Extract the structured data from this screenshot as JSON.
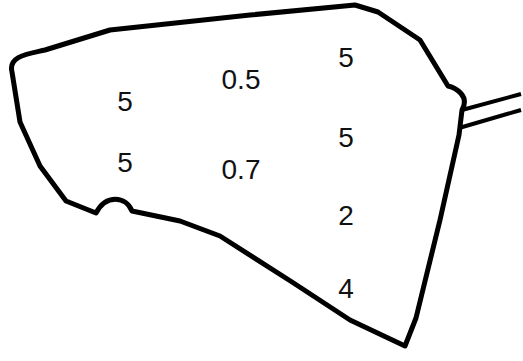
{
  "diagram": {
    "labels": [
      "5",
      "0.5",
      "5",
      "5",
      "5",
      "0.7",
      "2",
      "4"
    ]
  }
}
